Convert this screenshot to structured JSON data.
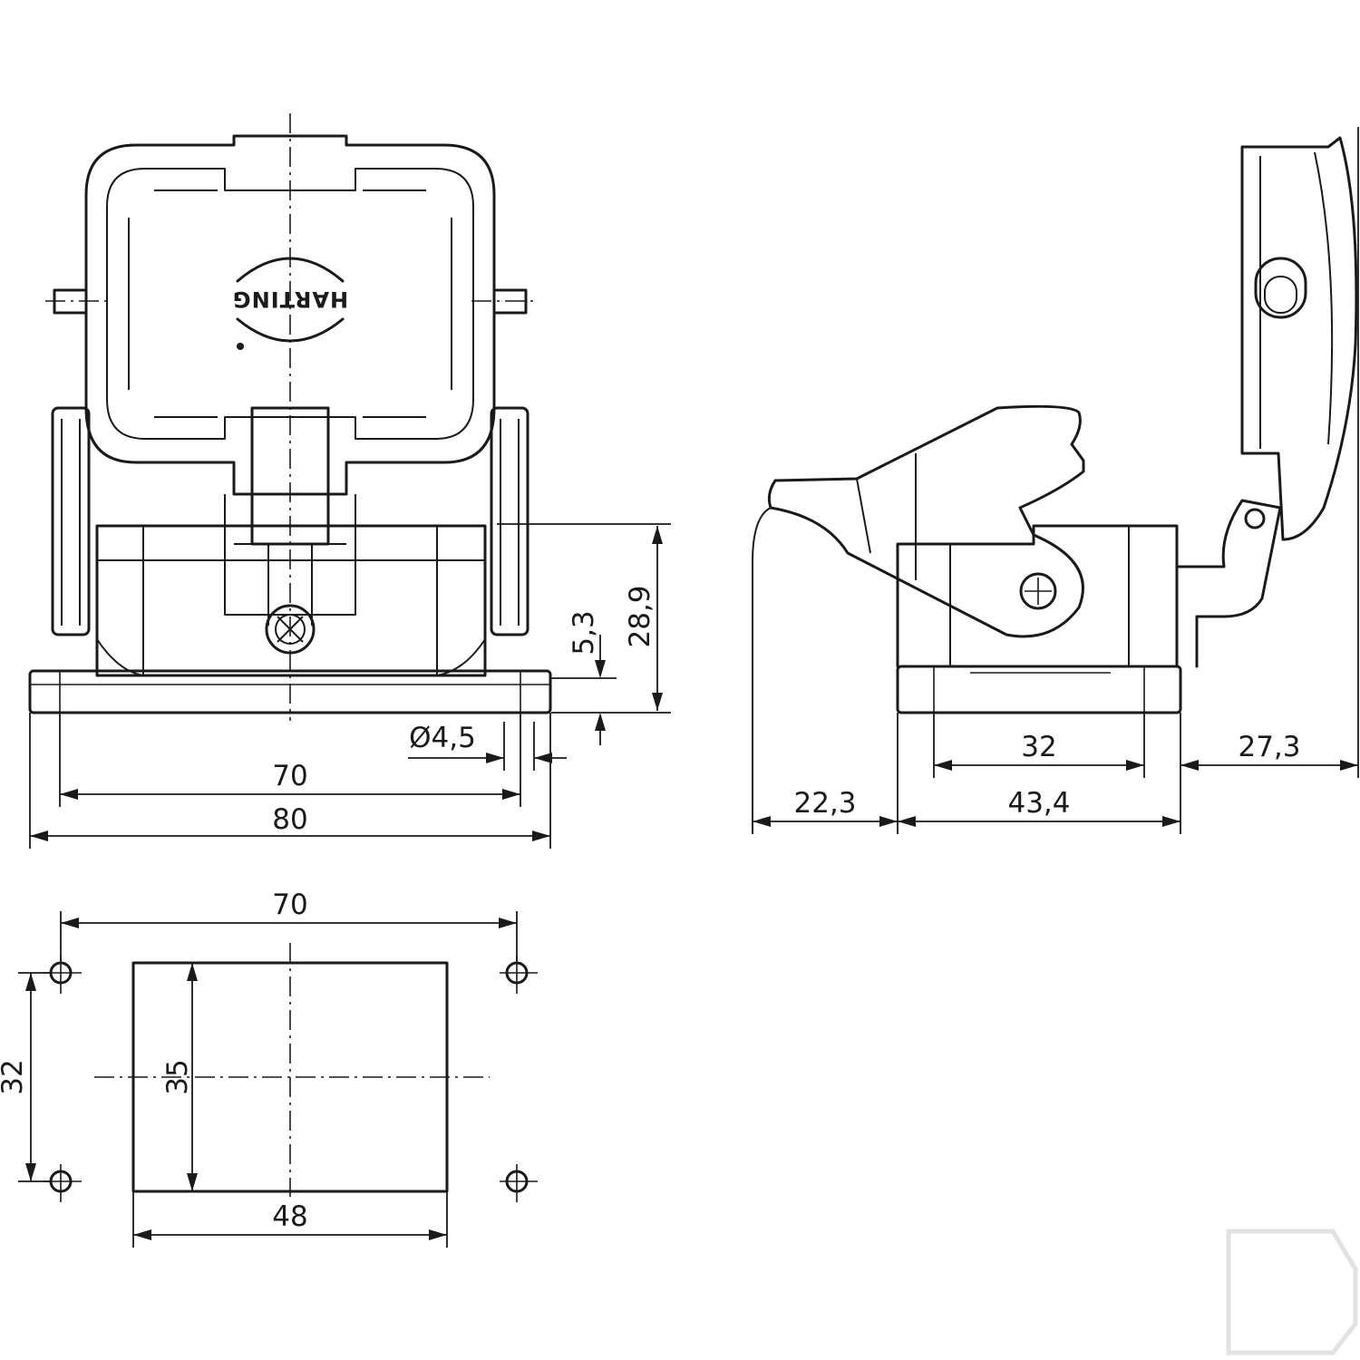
{
  "logo": {
    "text": "HARTING"
  },
  "front_view": {
    "dims": {
      "height_total": "28,9",
      "flange_height": "5,3",
      "hole_diameter": "Ø4,5",
      "hole_spacing": "70",
      "overall_width": "80"
    }
  },
  "side_view": {
    "dims": {
      "pitch": "32",
      "rear_offset": "27,3",
      "front_offset": "22,3",
      "base_length": "43,4"
    }
  },
  "cutout_view": {
    "dims": {
      "hole_spacing_h": "70",
      "hole_spacing_v": "32",
      "cutout_height": "35",
      "cutout_width": "48"
    }
  }
}
